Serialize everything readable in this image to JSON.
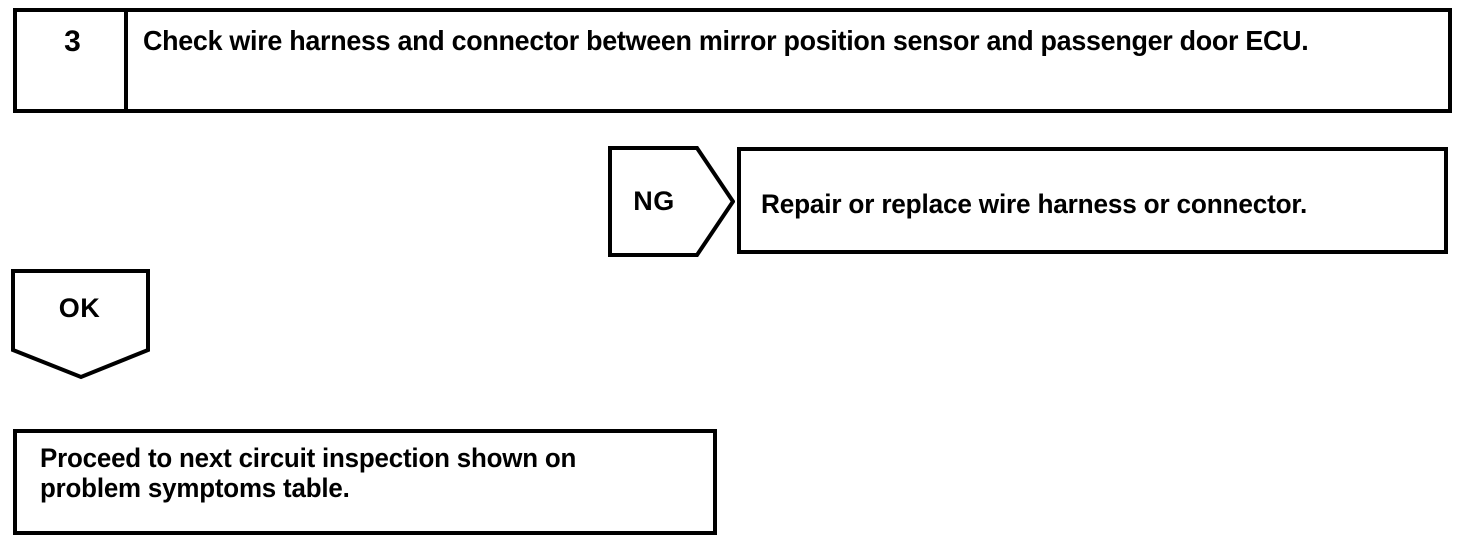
{
  "document": {
    "type": "troubleshooting-flowchart",
    "ink_color": "#000000",
    "paper_color": "#ffffff"
  },
  "step": {
    "number": "3",
    "instruction": "Check wire harness and connector between mirror position sensor and passenger door ECU."
  },
  "branches": {
    "ng": {
      "label": "NG",
      "result": "Repair or replace wire harness or connector."
    },
    "ok": {
      "label": "OK",
      "result": "Proceed to next circuit inspection shown on problem symptoms table."
    }
  }
}
